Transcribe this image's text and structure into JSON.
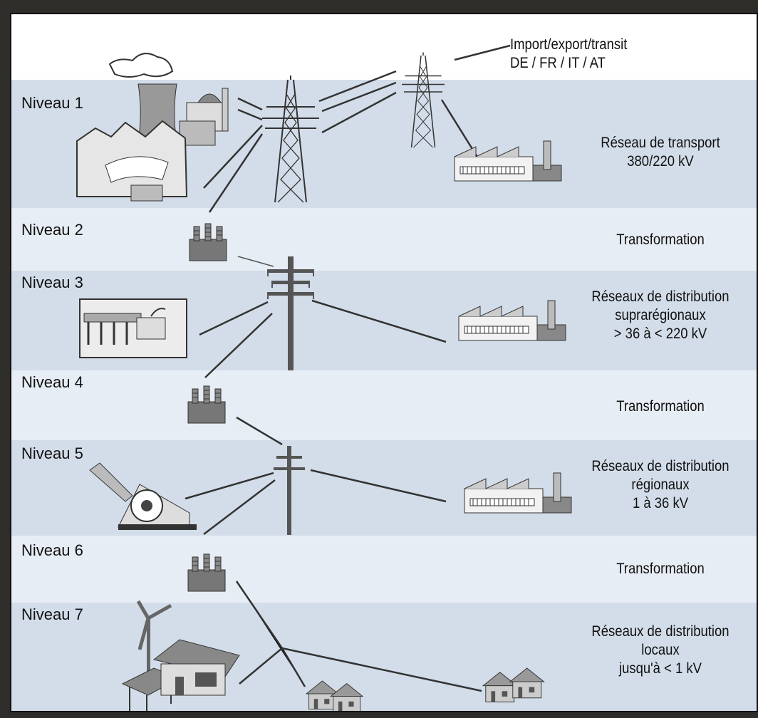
{
  "colors": {
    "band_dark": "#d3dde9",
    "band_light": "#e7edf4",
    "frame_bg": "#ffffff",
    "outer_bg": "#2e2d2a",
    "ink": "#333333"
  },
  "import_label": {
    "line1": "Import/export/transit",
    "line2": "DE / FR / IT / AT"
  },
  "levels": [
    {
      "label": "Niveau 1",
      "desc": [
        "Réseau de transport",
        "380/220 kV"
      ]
    },
    {
      "label": "Niveau 2",
      "desc": [
        "Transformation"
      ]
    },
    {
      "label": "Niveau 3",
      "desc": [
        "Réseaux de distribution",
        "suprarégionaux",
        "> 36 à < 220 kV"
      ]
    },
    {
      "label": "Niveau 4",
      "desc": [
        "Transformation"
      ]
    },
    {
      "label": "Niveau 5",
      "desc": [
        "Réseaux de distribution",
        "régionaux",
        "1 à 36 kV"
      ]
    },
    {
      "label": "Niveau 6",
      "desc": [
        "Transformation"
      ]
    },
    {
      "label": "Niveau 7",
      "desc": [
        "Réseaux de distribution",
        "locaux",
        "jusqu'à < 1 kV"
      ]
    }
  ],
  "icons": [
    "nuclear-plant-icon",
    "hydro-dam-icon",
    "transmission-tower-icon",
    "factory-icon",
    "transformer-icon",
    "run-of-river-plant-icon",
    "water-wheel-icon",
    "wind-turbine-icon",
    "solar-panel-icon",
    "house-icon"
  ]
}
